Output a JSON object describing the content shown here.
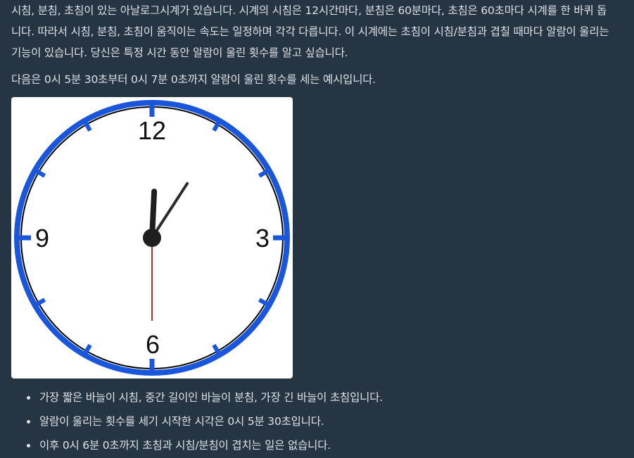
{
  "intro": {
    "lines": [
      "시침, 분침, 초침이 있는 아날로그시계가 있습니다. 시계의 시침은 12시간마다, 분침은 60분마다, 초침은 60초마다 시계를 한 바퀴 돕",
      "니다. 따라서 시침, 분침, 초침이 움직이는 속도는 일정하며 각각 다릅니다. 이 시계에는 초침이 시침/분침과 겹칠 때마다 알람이 울리는",
      "기능이 있습니다. 당신은 특정 시간 동안 알람이 울린 횟수를 알고 싶습니다."
    ]
  },
  "example_intro": "다음은 0시 5분 30초부터 0시 7분 0초까지 알람이 울린 횟수를 세는 예시입니다.",
  "clock": {
    "numbers": {
      "twelve": "12",
      "three": "3",
      "six": "6",
      "nine": "9"
    },
    "time": {
      "hour": 0,
      "minute": 5,
      "second": 30
    },
    "colors": {
      "rim": "#1a56db",
      "hour_hand": "#1f1f1f",
      "minute_hand": "#2b2b2b",
      "second_hand": "#c62828",
      "center": "#1f1f1f"
    }
  },
  "notes": [
    "가장 짧은 바늘이 시침, 중간 길이인 바늘이 분침, 가장 긴 바늘이 초침입니다.",
    "알람이 울리는 횟수를 세기 시작한 시각은 0시 5분 30초입니다.",
    "이후 0시 6분 0초까지 초침과 시침/분침이 겹치는 일은 없습니다."
  ]
}
